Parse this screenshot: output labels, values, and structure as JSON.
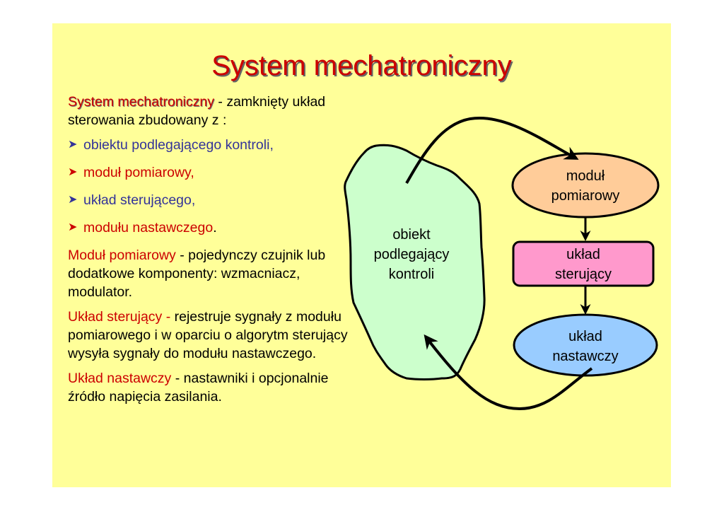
{
  "slide": {
    "title": "System mechatroniczny",
    "colors": {
      "background": "#ffff99",
      "title": "#cc0000",
      "highlight_red": "#cc0000",
      "highlight_blue": "#333399",
      "object_fill": "#ccffcc",
      "measurement_fill": "#ffcc99",
      "control_fill": "#ff99cc",
      "actuator_fill": "#99ccff"
    },
    "intro": {
      "term": "System mechatroniczny",
      "rest": " - zamknięty układ sterowania zbudowany z :"
    },
    "bullets": [
      {
        "text": "obiektu podlegającego kontroli,",
        "color": "blue",
        "suffix": ""
      },
      {
        "text": "moduł pomiarowy,",
        "color": "red",
        "suffix": ""
      },
      {
        "text": "układ sterującego,",
        "color": "blue",
        "suffix": ""
      },
      {
        "text": "modułu nastawczego",
        "color": "red",
        "suffix": "."
      }
    ],
    "bullet_icon": "arrowhead-right",
    "definitions": [
      {
        "term": "Moduł pomiarowy",
        "rest": " - pojedynczy czujnik lub dodatkowe komponenty: wzmacniacz, modulator."
      },
      {
        "term": "Układ sterujący -",
        "rest": " rejestruje sygnały z modułu pomiarowego i w oparciu o algorytm sterujący wysyła sygnały do modułu nastawczego."
      },
      {
        "term": "Układ nastawczy",
        "rest": " - nastawniki i opcjonalnie źródło napięcia zasilania."
      }
    ]
  },
  "diagram": {
    "nodes": [
      {
        "id": "object",
        "shape": "blob",
        "lines": [
          "obiekt",
          "podlegający",
          "kontroli"
        ]
      },
      {
        "id": "measurement",
        "shape": "ellipse",
        "lines": [
          "moduł",
          "pomiarowy"
        ]
      },
      {
        "id": "control",
        "shape": "rounded-rect",
        "lines": [
          "układ",
          "sterujący"
        ]
      },
      {
        "id": "actuator",
        "shape": "ellipse",
        "lines": [
          "układ",
          "nastawczy"
        ]
      }
    ],
    "edges": [
      {
        "from": "object",
        "to": "measurement",
        "style": "curved-arrow"
      },
      {
        "from": "measurement",
        "to": "control",
        "style": "straight-arrow"
      },
      {
        "from": "control",
        "to": "actuator",
        "style": "straight-arrow"
      },
      {
        "from": "actuator",
        "to": "object",
        "style": "curved-arrow"
      }
    ]
  }
}
